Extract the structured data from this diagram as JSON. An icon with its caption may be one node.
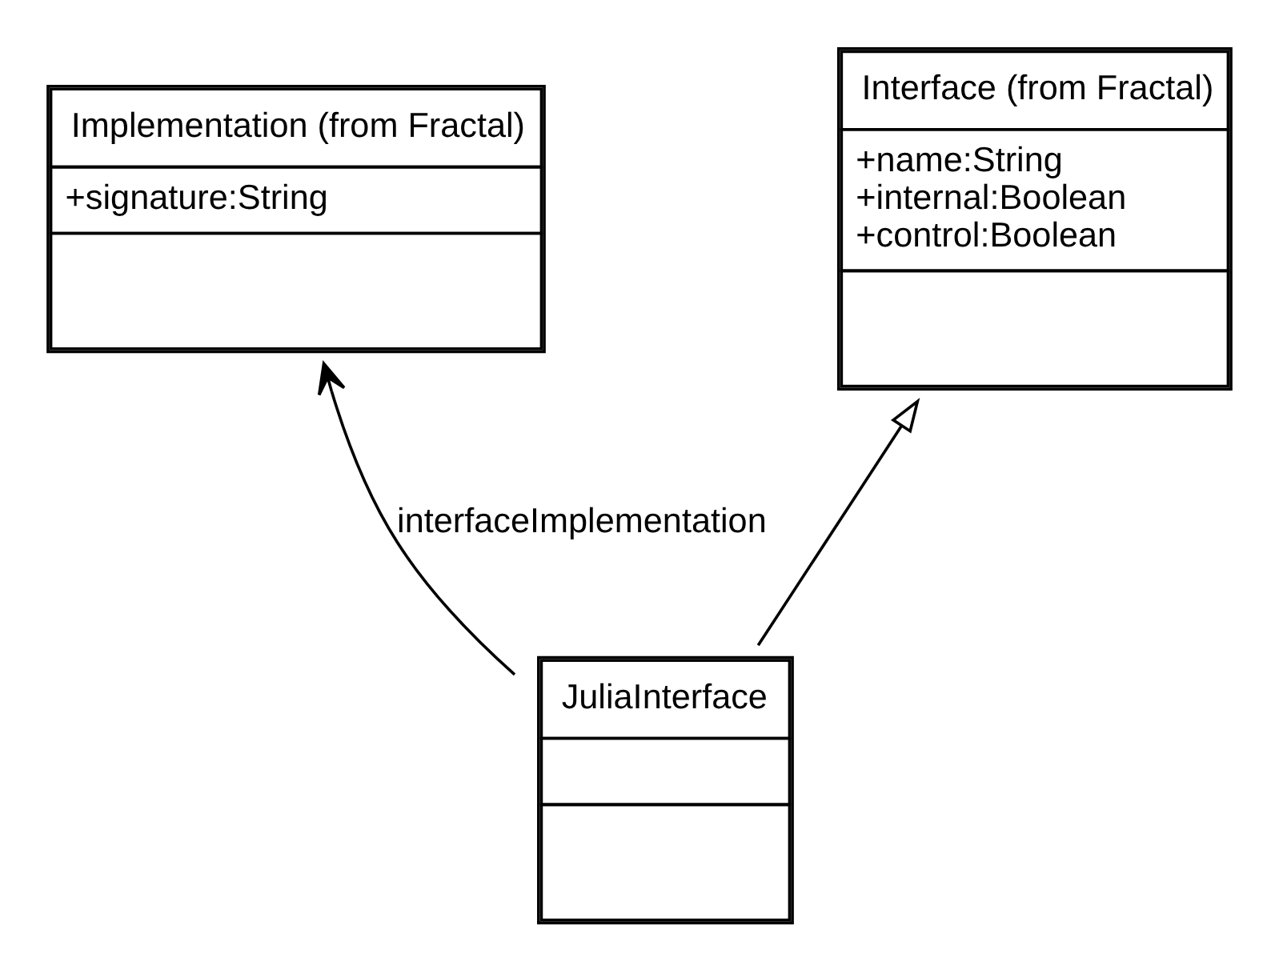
{
  "diagram": {
    "nodes": [
      {
        "text": [
          "Implementation (from Fractal)",
          "+signature:String"
        ]
      },
      {
        "text": [
          "Interface (from Fractal)",
          "+name:String",
          "+internal:Boolean",
          "+control:Boolean"
        ]
      },
      {
        "text": [
          "JuliaInterface"
        ]
      }
    ],
    "edges": [
      {
        "from": 2,
        "to": 1,
        "arrow": "to"
      },
      {
        "from": 2,
        "to": 0,
        "arrow": "to",
        "label": "interfaceImplementation"
      }
    ]
  }
}
